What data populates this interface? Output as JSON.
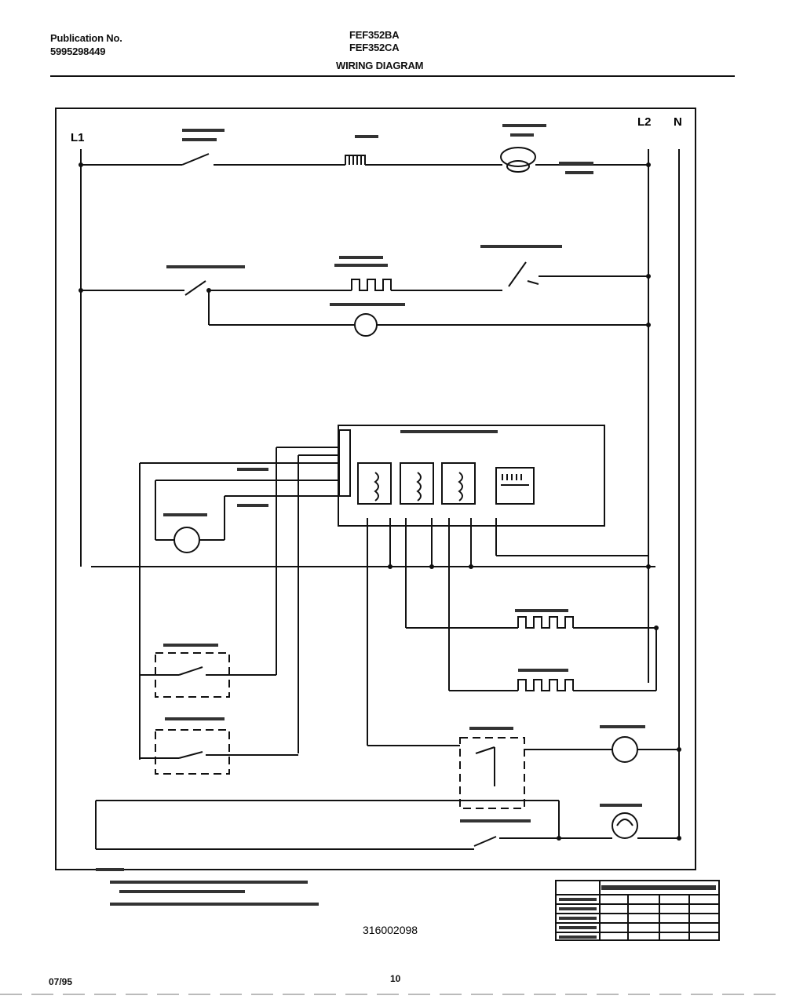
{
  "header": {
    "publication_label": "Publication No.",
    "publication_number": "5995298449",
    "model_1": "FEF352BA",
    "model_2": "FEF352CA",
    "diagram_title": "WIRING DIAGRAM"
  },
  "terminals": {
    "l1": "L1",
    "l2": "L2",
    "n": "N"
  },
  "drawing_number": "316002098",
  "footer": {
    "date": "07/95",
    "page": "10"
  },
  "colors": {
    "ink": "#111111",
    "background": "#ffffff"
  }
}
